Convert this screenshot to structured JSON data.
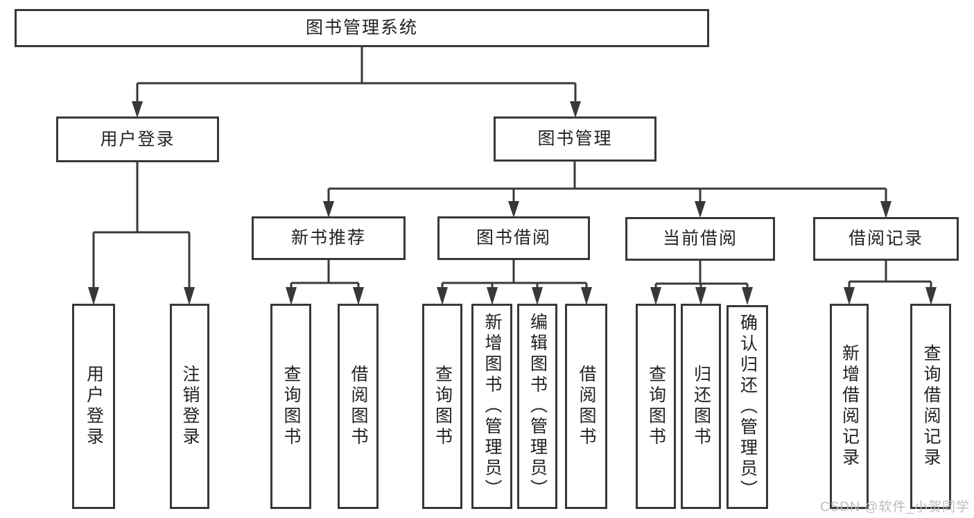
{
  "diagram": {
    "root": {
      "label": "图书管理系统"
    },
    "children": [
      {
        "label": "用户登录",
        "children": [
          "用户登录",
          "注销登录"
        ]
      },
      {
        "label": "图书管理",
        "children": [
          {
            "label": "新书推荐",
            "children": [
              "查询图书",
              "借阅图书"
            ]
          },
          {
            "label": "图书借阅",
            "children": [
              "查询图书",
              "新增图书（管理员）",
              "编辑图书（管理员）",
              "借阅图书"
            ]
          },
          {
            "label": "当前借阅",
            "children": [
              "查询图书",
              "归还图书",
              "确认归还（管理员）"
            ]
          },
          {
            "label": "借阅记录",
            "children": [
              "新增借阅记录",
              "查询借阅记录"
            ]
          }
        ]
      }
    ]
  },
  "watermark": "CSDN @软件_小贺同学",
  "colors": {
    "line": "#383838",
    "text": "#222222",
    "watermark": "#bcbcbc",
    "background": "#ffffff"
  }
}
